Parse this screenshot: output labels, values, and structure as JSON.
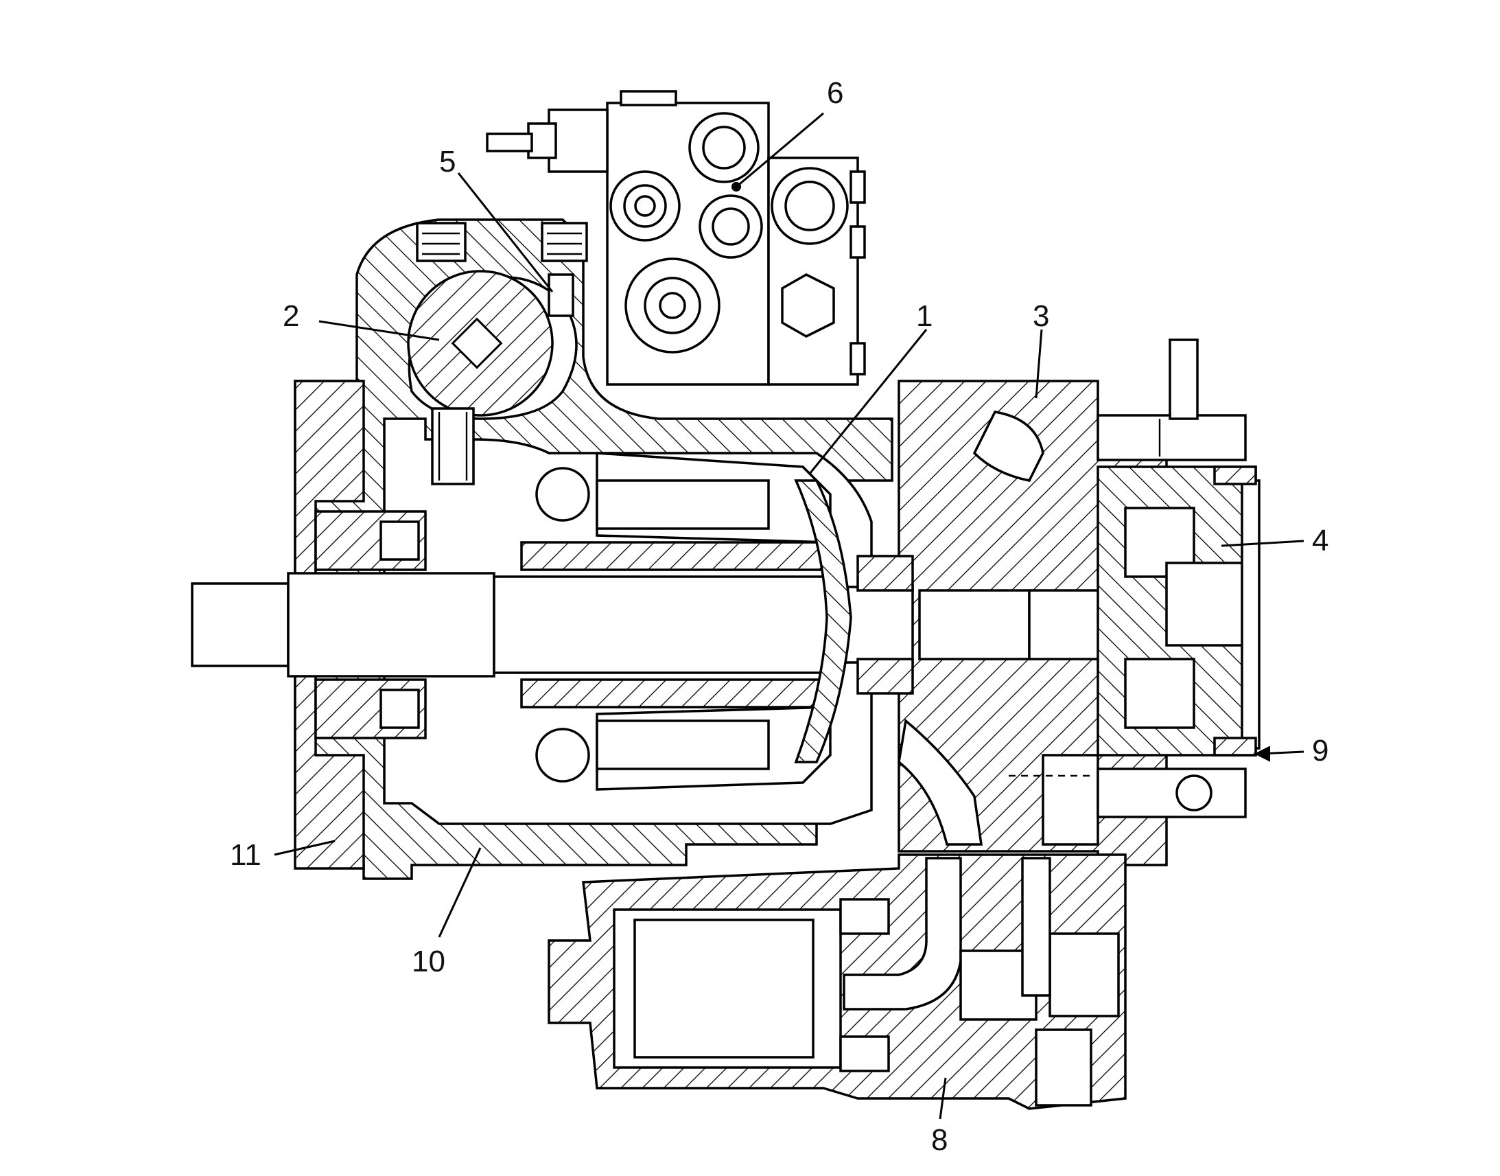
{
  "figure": {
    "labels": [
      {
        "id": "1",
        "text": "1"
      },
      {
        "id": "2",
        "text": "2"
      },
      {
        "id": "3",
        "text": "3"
      },
      {
        "id": "4",
        "text": "4"
      },
      {
        "id": "5",
        "text": "5"
      },
      {
        "id": "6",
        "text": "6"
      },
      {
        "id": "8",
        "text": "8"
      },
      {
        "id": "9",
        "text": "9"
      },
      {
        "id": "10",
        "text": "10"
      },
      {
        "id": "11",
        "text": "11"
      }
    ]
  },
  "colors": {
    "ink": "#000000",
    "paper": "#ffffff"
  }
}
